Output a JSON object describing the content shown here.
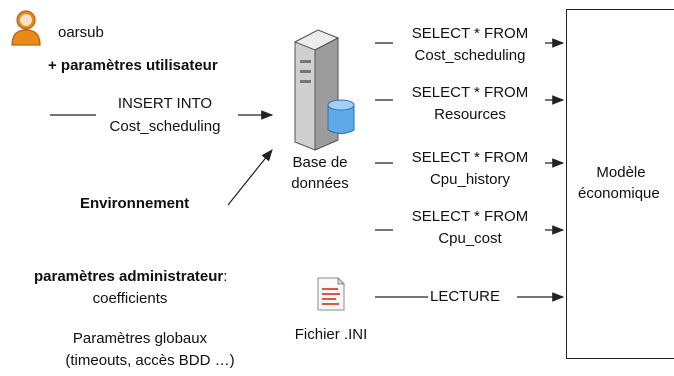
{
  "user": {
    "name": "oarsub",
    "params": "+ paramètres utilisateur"
  },
  "insert": {
    "line1": "INSERT INTO",
    "line2": "Cost_scheduling"
  },
  "environment": "Environnement",
  "database": {
    "line1": "Base de",
    "line2": "données"
  },
  "admin": {
    "title": "paramètres administrateur",
    "colon": ":",
    "coefficients": "coefficients"
  },
  "globals": {
    "line1": "Paramètres globaux",
    "line2": "(timeouts, accès BDD …)"
  },
  "ini_file": {
    "label": "Fichier .INI"
  },
  "queries": [
    {
      "line1": "SELECT * FROM",
      "line2": "Cost_scheduling"
    },
    {
      "line1": "SELECT * FROM",
      "line2": "Resources"
    },
    {
      "line1": "SELECT * FROM",
      "line2": "Cpu_history"
    },
    {
      "line1": "SELECT * FROM",
      "line2": "Cpu_cost"
    }
  ],
  "read_label": "LECTURE",
  "model": {
    "line1": "Modèle",
    "line2": "économique"
  },
  "colors": {
    "user_icon": "#e8891a",
    "db_cylinder": "#5fa9e8",
    "server": "#d9d9d9",
    "stroke": "#222222"
  }
}
